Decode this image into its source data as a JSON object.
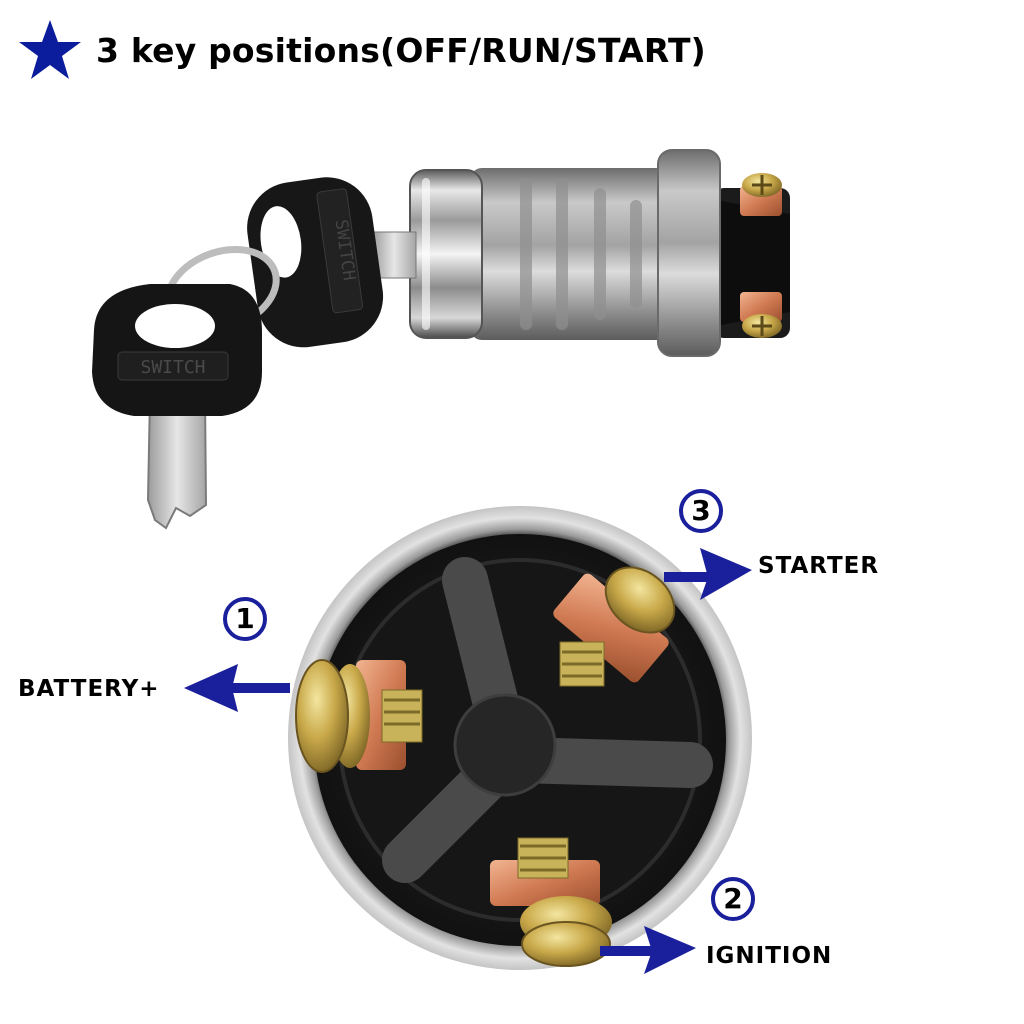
{
  "headline": {
    "text": "3 key positions(OFF/RUN/START)",
    "icon": "star-icon",
    "icon_color": "#0b1d9c"
  },
  "product": {
    "key_tag_front": "SWITCH",
    "key_tag_back": "SWITCH"
  },
  "terminals": [
    {
      "number": "1",
      "label": "BATTERY+"
    },
    {
      "number": "2",
      "label": "IGNITION"
    },
    {
      "number": "3",
      "label": "STARTER"
    }
  ],
  "colors": {
    "arrow": "#1a1f9c",
    "callout_ring": "#1a1f9c"
  }
}
